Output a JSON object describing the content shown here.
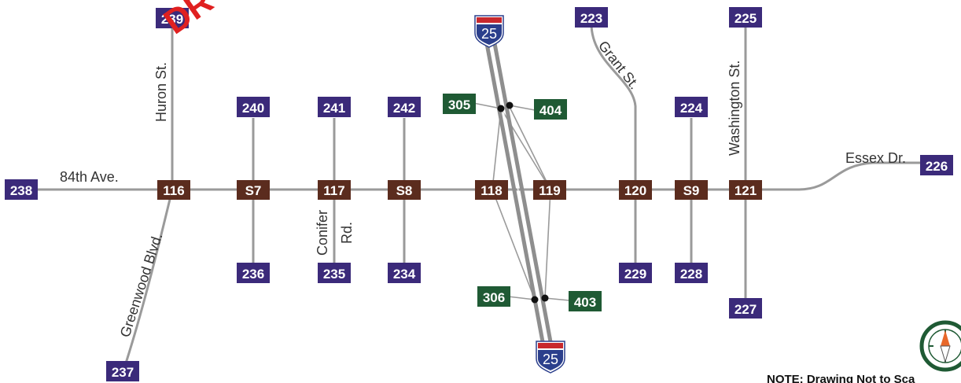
{
  "colors": {
    "intersection": "#5b2c1e",
    "detector": "#3b2a7a",
    "ramp": "#1f5a34",
    "road": "#9a9a9a",
    "interstate_shield_top": "#c8282d",
    "interstate_shield_body": "#2b3f8c",
    "compass_ring": "#1f5a34",
    "compass_needle": "#e8682a",
    "watermark": "#e02020"
  },
  "watermark": "DR",
  "note": "NOTE: Drawing Not to Sca",
  "interstate": {
    "label": "25"
  },
  "streets": {
    "huron": "Huron St.",
    "ave84": "84th Ave.",
    "greenwood": "Greenwood Blvd.",
    "conifer_1": "Conifer",
    "conifer_2": "Rd.",
    "grant": "Grant St.",
    "washington": "Washington St.",
    "essex": "Essex Dr."
  },
  "intersections": [
    "116",
    "S7",
    "117",
    "S8",
    "118",
    "119",
    "120",
    "S9",
    "121"
  ],
  "detectors": [
    "239",
    "240",
    "241",
    "242",
    "223",
    "224",
    "225",
    "238",
    "226",
    "236",
    "235",
    "234",
    "229",
    "228",
    "227",
    "237"
  ],
  "ramps": [
    "305",
    "404",
    "306",
    "403"
  ]
}
